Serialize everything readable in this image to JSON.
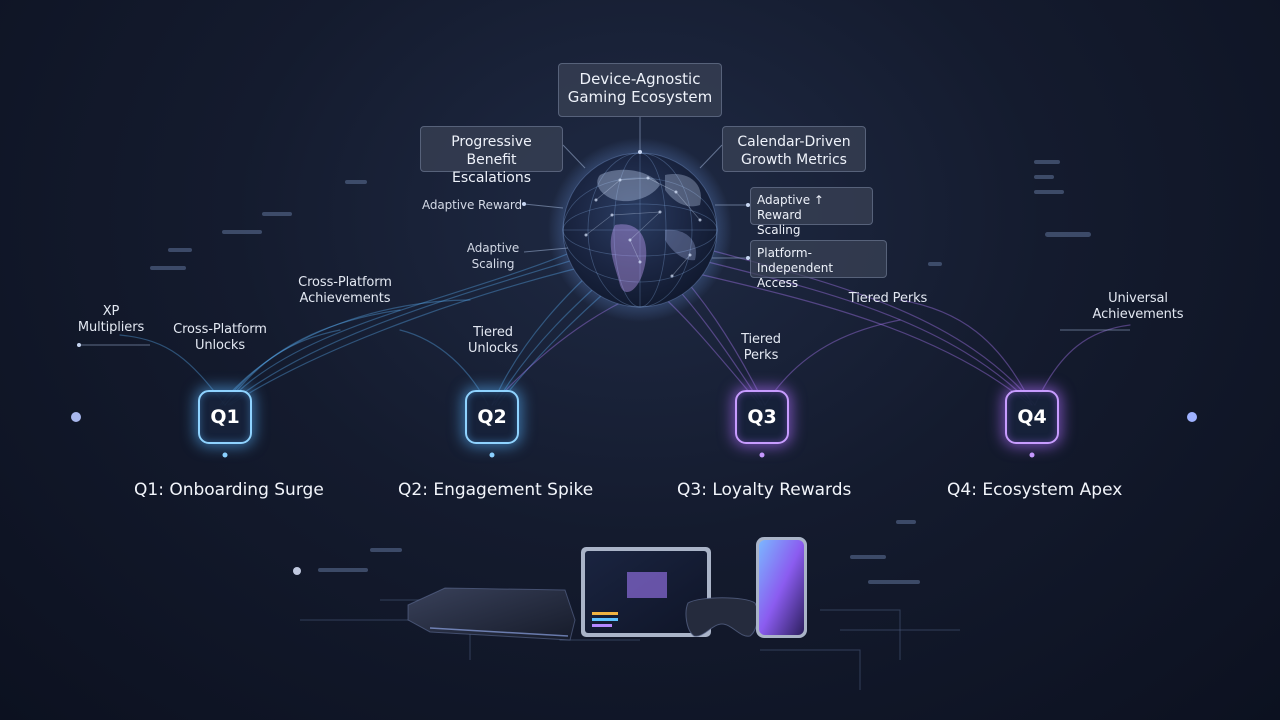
{
  "hub": {
    "title": "Device-Agnostic\nGaming Ecosystem",
    "left_box": "Progressive Benefit\nEscalations",
    "right_box": "Calendar-Driven\nGrowth Metrics",
    "left_label_1": "Adaptive Reward",
    "left_label_2": "Adaptive\nScaling",
    "right_box_1": "Adaptive ↑ Reward\nScaling",
    "right_box_2": "Platform-Independent\nAccess"
  },
  "quarters": [
    {
      "node": "Q1",
      "title": "Q1: Onboarding Surge",
      "color": "#7cc4ff"
    },
    {
      "node": "Q2",
      "title": "Q2: Engagement Spike",
      "color": "#6fb6ff"
    },
    {
      "node": "Q3",
      "title": "Q3: Loyalty Rewards",
      "color": "#b887ff"
    },
    {
      "node": "Q4",
      "title": "Q4: Ecosystem Apex",
      "color": "#c28cff"
    }
  ],
  "labels": {
    "xp": "XP\nMultipliers",
    "cross_unlocks": "Cross-Platform\nUnlocks",
    "cross_achievements": "Cross-Platform\nAchievements",
    "tiered_unlocks": "Tiered\nUnlocks",
    "tiered_perks_low": "Tiered\nPerks",
    "tiered_perks_high": "Tiered Perks",
    "universal": "Universal\nAchievements"
  },
  "colors": {
    "blue": "#6cc6ff",
    "purple": "#b47dff",
    "timeline": "#7fa8e0"
  }
}
